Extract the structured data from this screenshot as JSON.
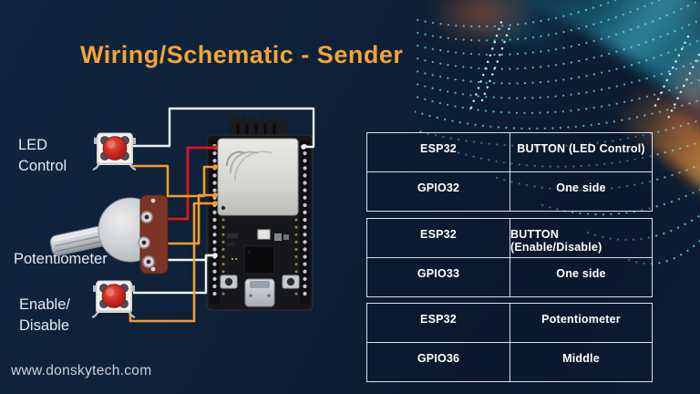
{
  "title": "Wiring/Schematic - Sender",
  "footer": {
    "website": "www.donskytech.com"
  },
  "diagram": {
    "labels": {
      "led_line1": "LED",
      "led_line2": "Control",
      "potentiometer": "Potentiometer",
      "enable_line1": "Enable/",
      "enable_line2": "Disable"
    },
    "components": {
      "button_led": "tactile push button (LED Control)",
      "potentiometer": "rotary potentiometer",
      "button_enable": "tactile push button (Enable/Disable)",
      "board": "ESP32 dev board"
    },
    "wire_colors": {
      "red": "#d71a1a",
      "orange": "#f59c27",
      "white": "#eef2f6"
    }
  },
  "colors": {
    "background": "#0d1f38",
    "accent_orange": "#f3a437",
    "table_border": "#edf3fa",
    "dot_pattern": "#74d6e6"
  },
  "tables": [
    {
      "rows": [
        {
          "left": "ESP32",
          "right": "BUTTON (LED Control)"
        },
        {
          "left": "GPIO32",
          "right": "One side"
        }
      ]
    },
    {
      "rows": [
        {
          "left": "ESP32",
          "right": "BUTTON (Enable/Disable)"
        },
        {
          "left": "GPIO33",
          "right": "One side"
        }
      ]
    },
    {
      "rows": [
        {
          "left": "ESP32",
          "right": "Potentiometer"
        },
        {
          "left": "GPIO36",
          "right": "Middle"
        }
      ]
    }
  ]
}
